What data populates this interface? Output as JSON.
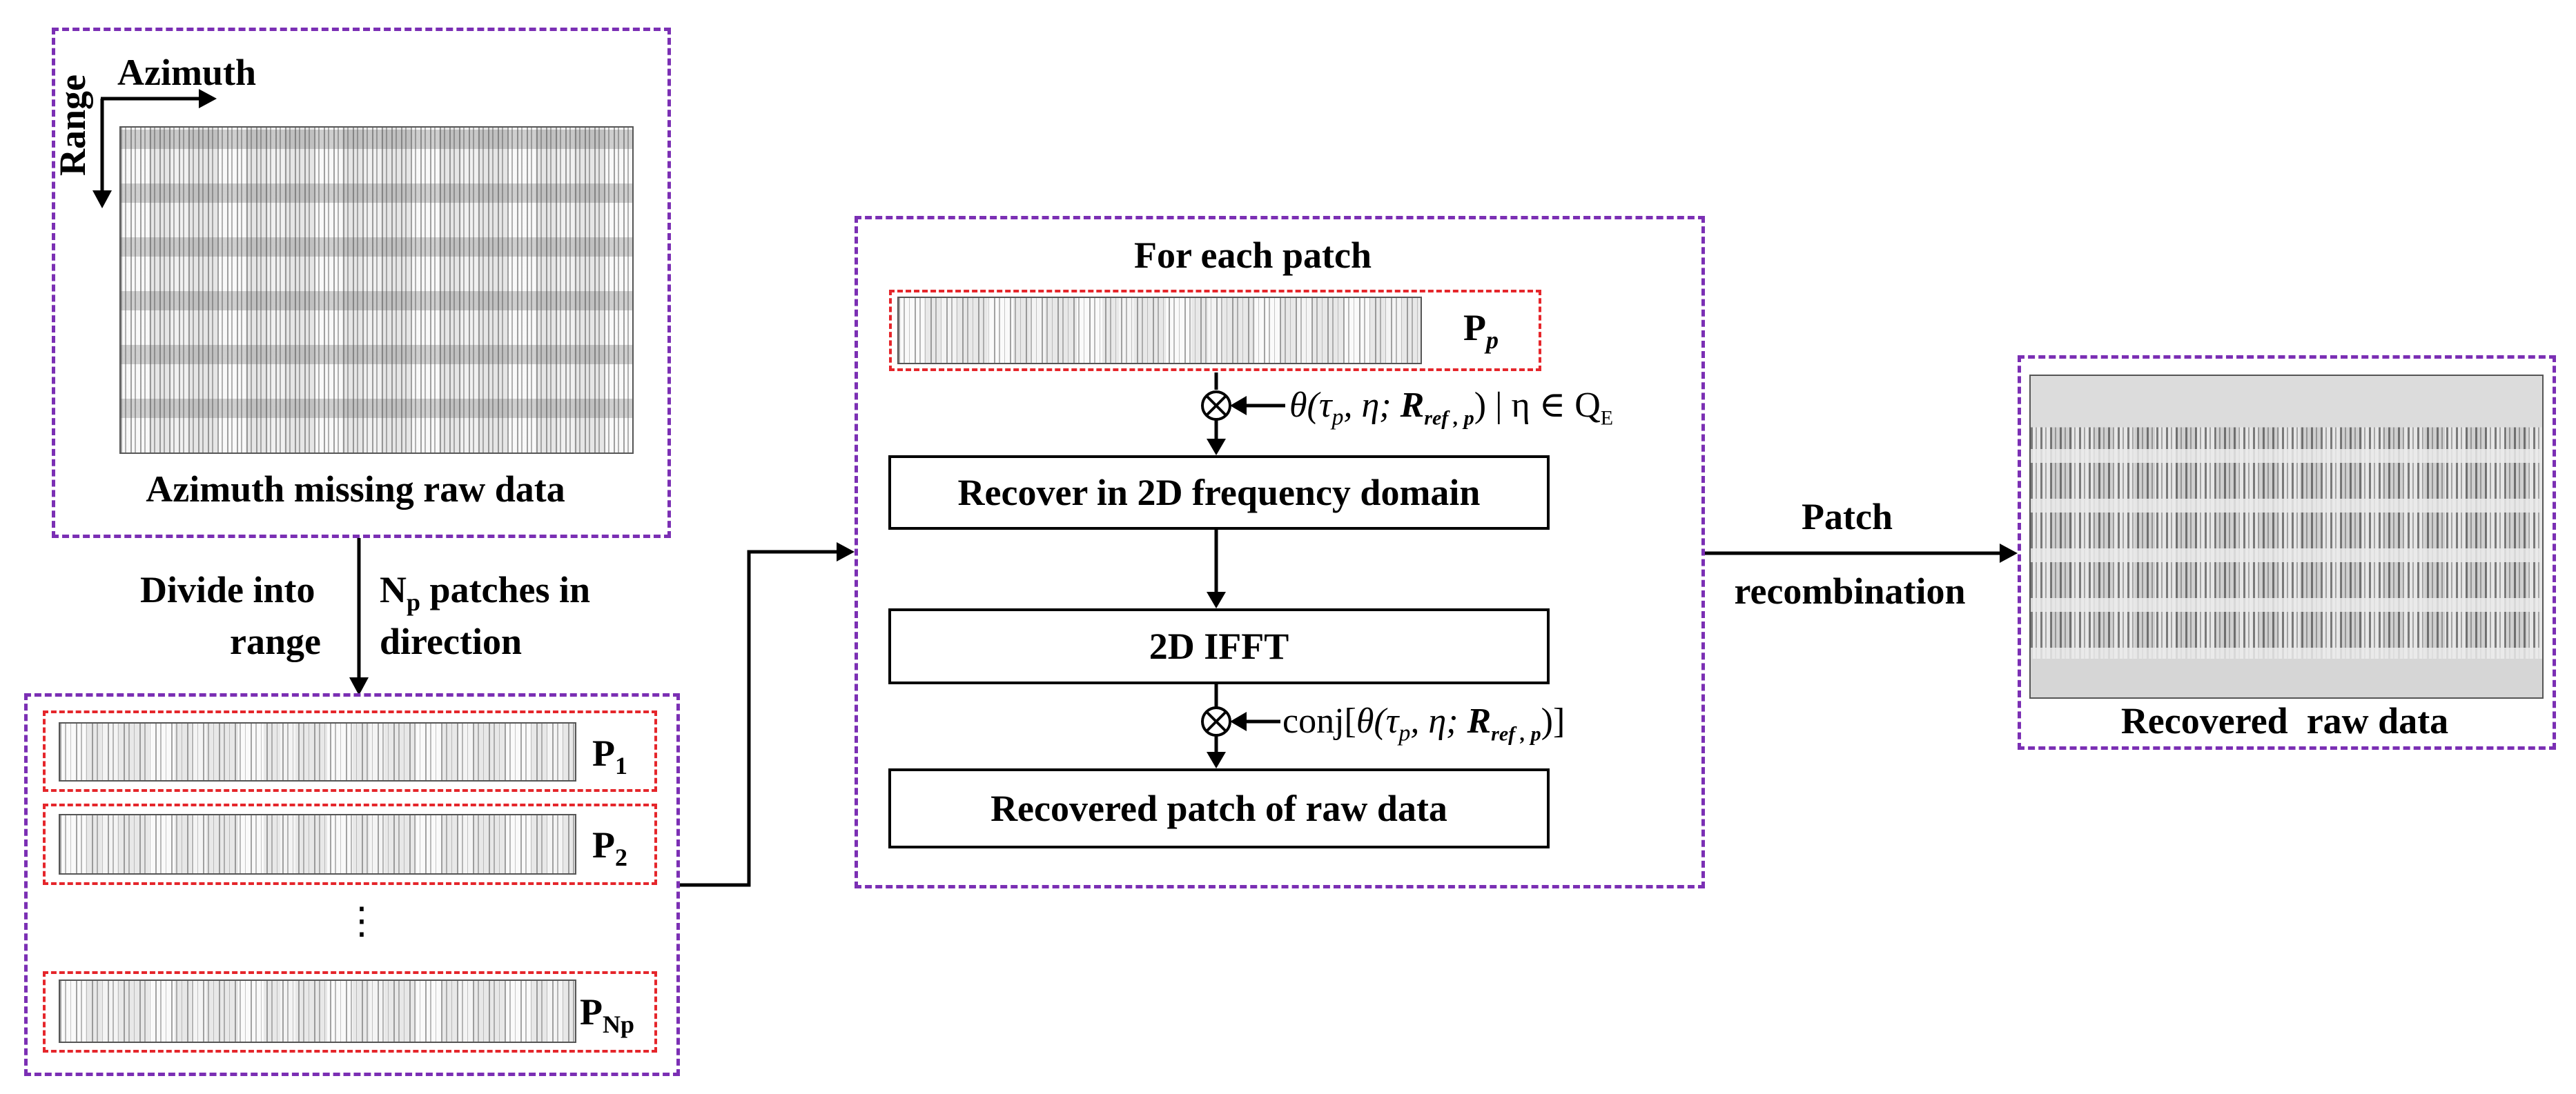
{
  "left_top": {
    "axis_azimuth": "Azimuth",
    "axis_range": "Range",
    "caption": "Azimuth missing raw data"
  },
  "divide": {
    "line1_left": "Divide into",
    "line1_right_main": "N",
    "line1_right_sub": "p",
    "line1_right_rest": " patches in",
    "line2_left": "range",
    "line2_right": "direction"
  },
  "patches": {
    "p1_main": "P",
    "p1_sub": "1",
    "p2_main": "P",
    "p2_sub": "2",
    "dots": "⋮",
    "pn_main": "P",
    "pn_sub": "Np"
  },
  "middle": {
    "header": "For each patch",
    "pp_main": "P",
    "pp_sub": "p",
    "otimes": "⊗",
    "step1": "Recover in 2D frequency domain",
    "step2": "2D IFFT",
    "step3": "Recovered patch of raw data",
    "formula1": {
      "theta": "θ(τ",
      "sub_p": "p",
      "mid": ", η; ",
      "R": "R",
      "R_sub": "ref , p",
      "end": ") | η ∈ Q",
      "end_sub": "E"
    },
    "formula2": {
      "conj": "conj[",
      "theta": "θ(τ",
      "sub_p": "p",
      "mid": ", η; ",
      "R": "R",
      "R_sub": "ref , p",
      "end": ")]"
    }
  },
  "right": {
    "arrow_label_1": "Patch",
    "arrow_label_2": "recombination",
    "caption": "Recovered  raw data"
  },
  "colors": {
    "panel_border": "#7b2fb4",
    "patch_border": "#e5262b",
    "line": "#000000"
  }
}
